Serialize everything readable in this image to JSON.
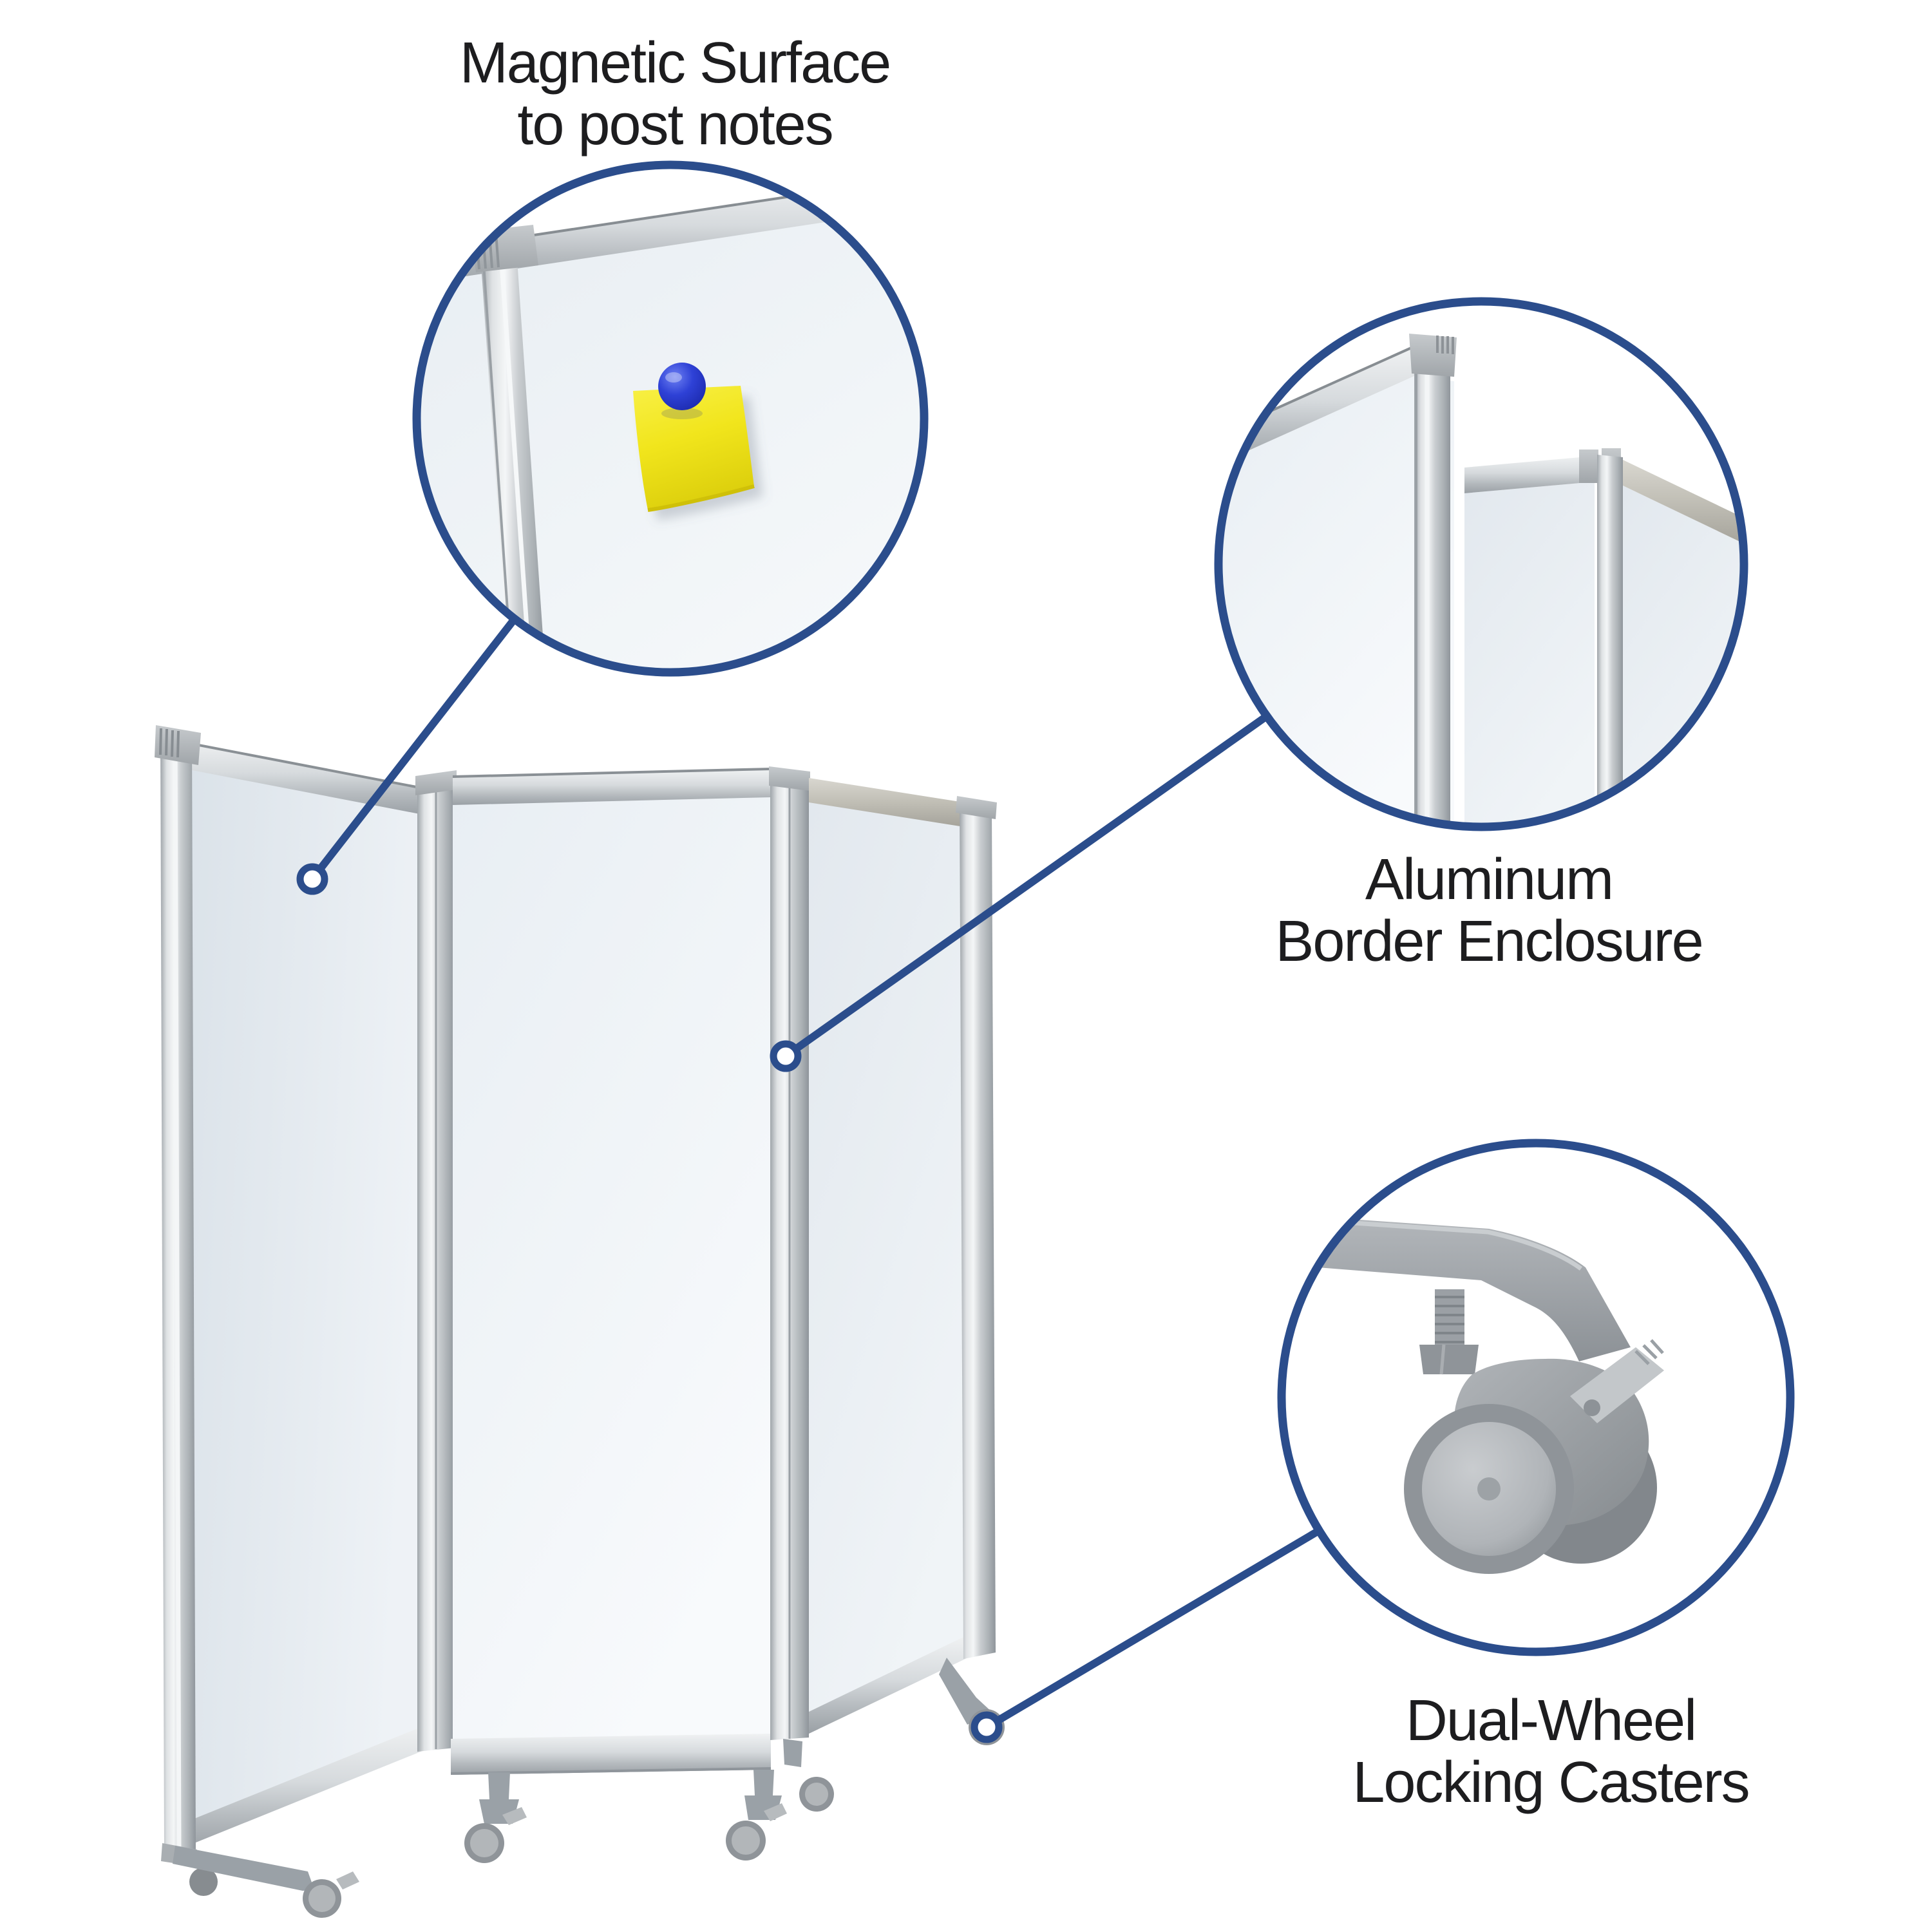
{
  "callouts": {
    "magnetic": {
      "line1": "Magnetic Surface",
      "line2": "to post notes"
    },
    "aluminum": {
      "line1": "Aluminum",
      "line2": "Border Enclosure"
    },
    "casters": {
      "line1": "Dual-Wheel",
      "line2": "Locking Casters"
    }
  },
  "colors": {
    "background": "#FFFFFF",
    "accent_navy": "#2B4D8C",
    "label_text": "#1D1D1F",
    "aluminum_frame": "#C8CCD0",
    "panel_face": "#E9EEF3",
    "caster_gray": "#9BA1A7",
    "magnet_blue": "#2334C9",
    "note_yellow": "#F1E51C"
  }
}
